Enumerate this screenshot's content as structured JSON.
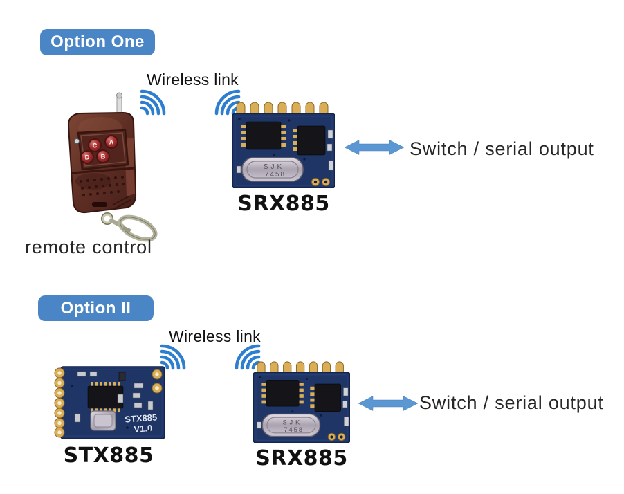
{
  "colors": {
    "accent_blue": "#4a86c6",
    "wifi_blue": "#2d7ecf",
    "arrow_blue": "#5b97d2",
    "pcb_navy": "#1e3566",
    "text_dark": "#1d1d1d"
  },
  "option_one": {
    "badge": "Option One",
    "wireless_link": "Wireless link",
    "remote": {
      "label": "remote control",
      "buttons": [
        "C",
        "A",
        "D",
        "B"
      ]
    },
    "receiver": {
      "name": "SRX885"
    },
    "output": "Switch / serial output"
  },
  "option_two": {
    "badge": "Option II",
    "wireless_link": "Wireless link",
    "transmitter": {
      "name": "STX885",
      "silk_line1": "STX885",
      "silk_line2": "V1.0"
    },
    "receiver": {
      "name": "SRX885"
    },
    "output": "Switch / serial output"
  },
  "module_art": {
    "crystal_line1": "SJK",
    "crystal_line2": "7458"
  }
}
